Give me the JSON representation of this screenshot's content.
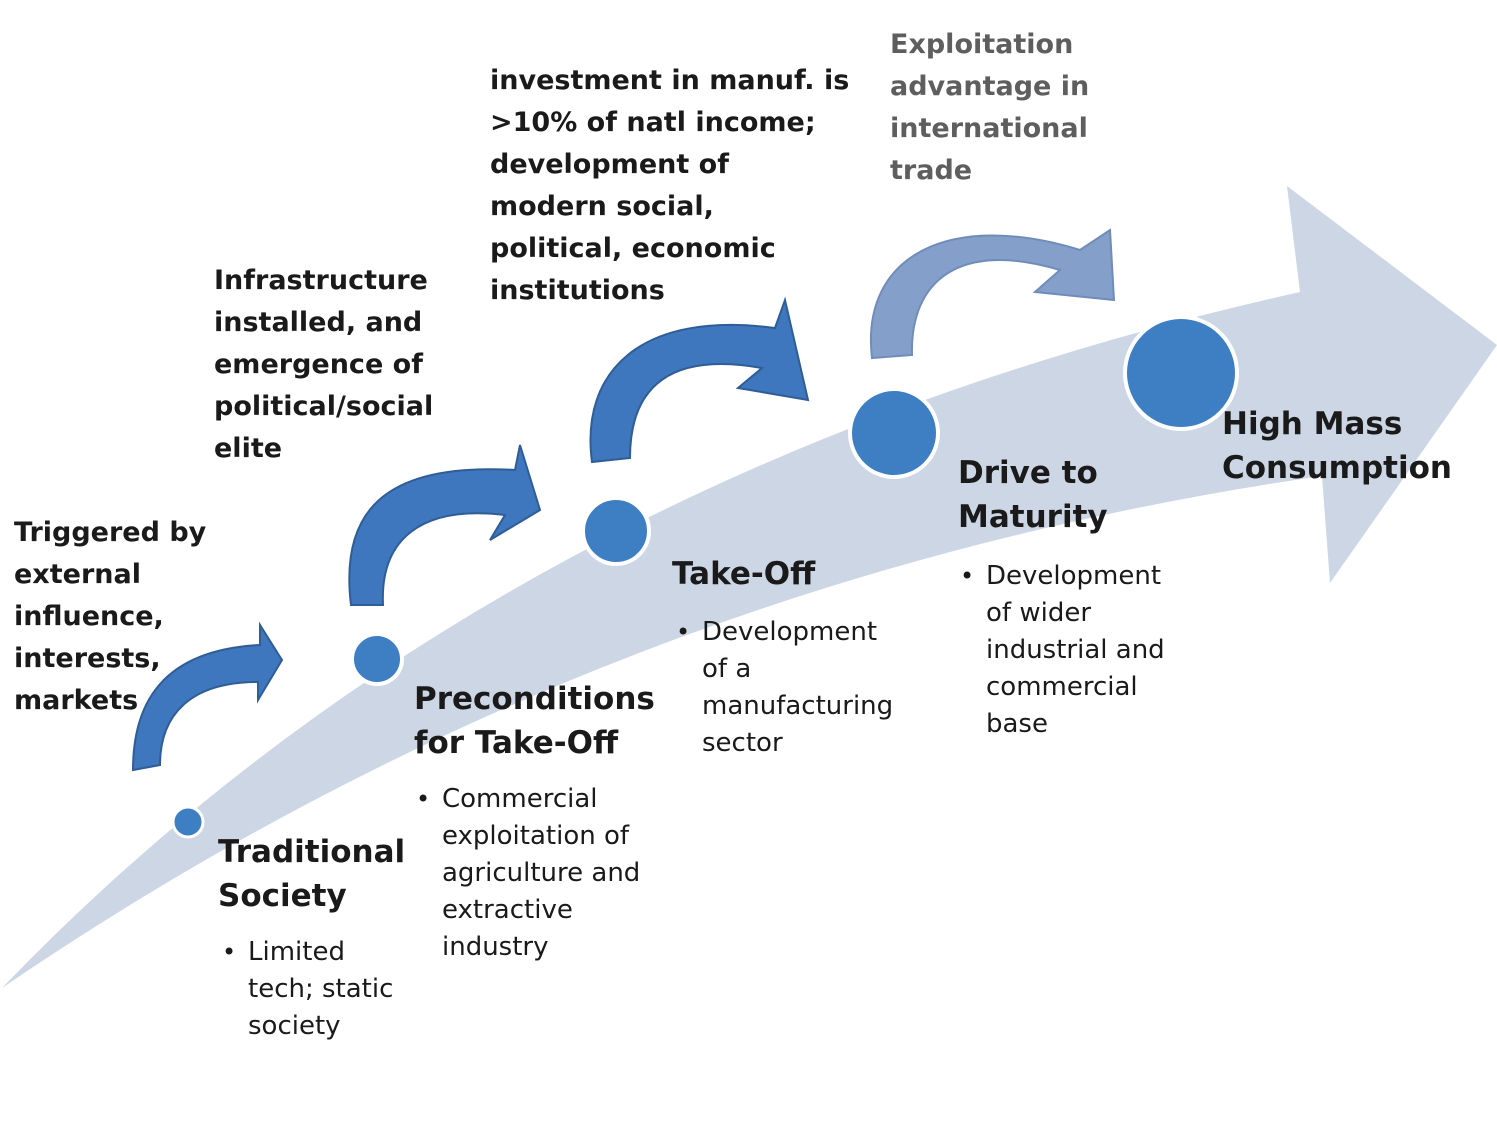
{
  "colors": {
    "arrow_fill": "#ccd6e5",
    "dot_fill": "#3e7ec3",
    "dot_stroke": "#ffffff",
    "curve_dark": "#3e77bd",
    "curve_light": "#859fcb",
    "curve_outline": "#2f5d95"
  },
  "annotations": [
    {
      "id": "trigger",
      "text": "Triggered by external influence, interests, markets",
      "lines": [
        "Triggered by",
        "external",
        "influence,",
        "interests,",
        "markets"
      ]
    },
    {
      "id": "infrastructure",
      "text": "Infrastructure installed, and emergence of political/social elite",
      "lines": [
        "Infrastructure",
        "installed, and",
        "emergence of",
        "political/social",
        "elite"
      ]
    },
    {
      "id": "investment",
      "text": "investment in manuf. is >10% of natl income; development of modern social, political, economic institutions",
      "lines": [
        "investment in manuf. is",
        ">10% of natl income;",
        "development of",
        "modern social,",
        "political, economic",
        "institutions"
      ]
    },
    {
      "id": "exploitation",
      "text": "Exploitation advantage in international trade",
      "lines": [
        "Exploitation",
        "advantage in",
        "international",
        "trade"
      ]
    }
  ],
  "stages": [
    {
      "id": "traditional",
      "title_lines": [
        "Traditional",
        "Society"
      ],
      "bullet_lines": [
        "Limited",
        "tech; static",
        "society"
      ]
    },
    {
      "id": "preconditions",
      "title_lines": [
        "Preconditions",
        "for Take-Off"
      ],
      "bullet_lines": [
        "Commercial",
        "exploitation of",
        "agriculture and",
        "extractive",
        "industry"
      ]
    },
    {
      "id": "takeoff",
      "title_lines": [
        "Take-Off"
      ],
      "bullet_lines": [
        "Development",
        "of a",
        "manufacturing",
        "sector"
      ]
    },
    {
      "id": "maturity",
      "title_lines": [
        "Drive to",
        "Maturity"
      ],
      "bullet_lines": [
        "Development",
        "of wider",
        "industrial and",
        "commercial",
        "base"
      ]
    },
    {
      "id": "mass",
      "title_lines": [
        "High Mass",
        "Consumption"
      ],
      "bullet_lines": []
    }
  ]
}
